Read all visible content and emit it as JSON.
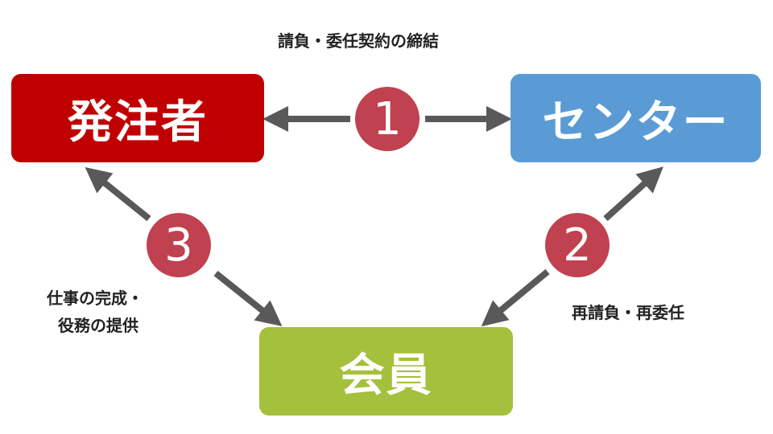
{
  "nodes": {
    "client": {
      "label": "発注者",
      "color": "#C00000"
    },
    "center": {
      "label": "センター",
      "color": "#5B9BD5"
    },
    "member": {
      "label": "会員",
      "color": "#A5C03C"
    }
  },
  "steps": [
    {
      "number": "1",
      "label": "請負・委任契約の締結"
    },
    {
      "number": "2",
      "label": "再請負・再委任"
    },
    {
      "number": "3",
      "label_line1": "仕事の完成・",
      "label_line2": "役務の提供"
    }
  ],
  "colors": {
    "arrow": "#595959",
    "circle": "#C0414F"
  }
}
